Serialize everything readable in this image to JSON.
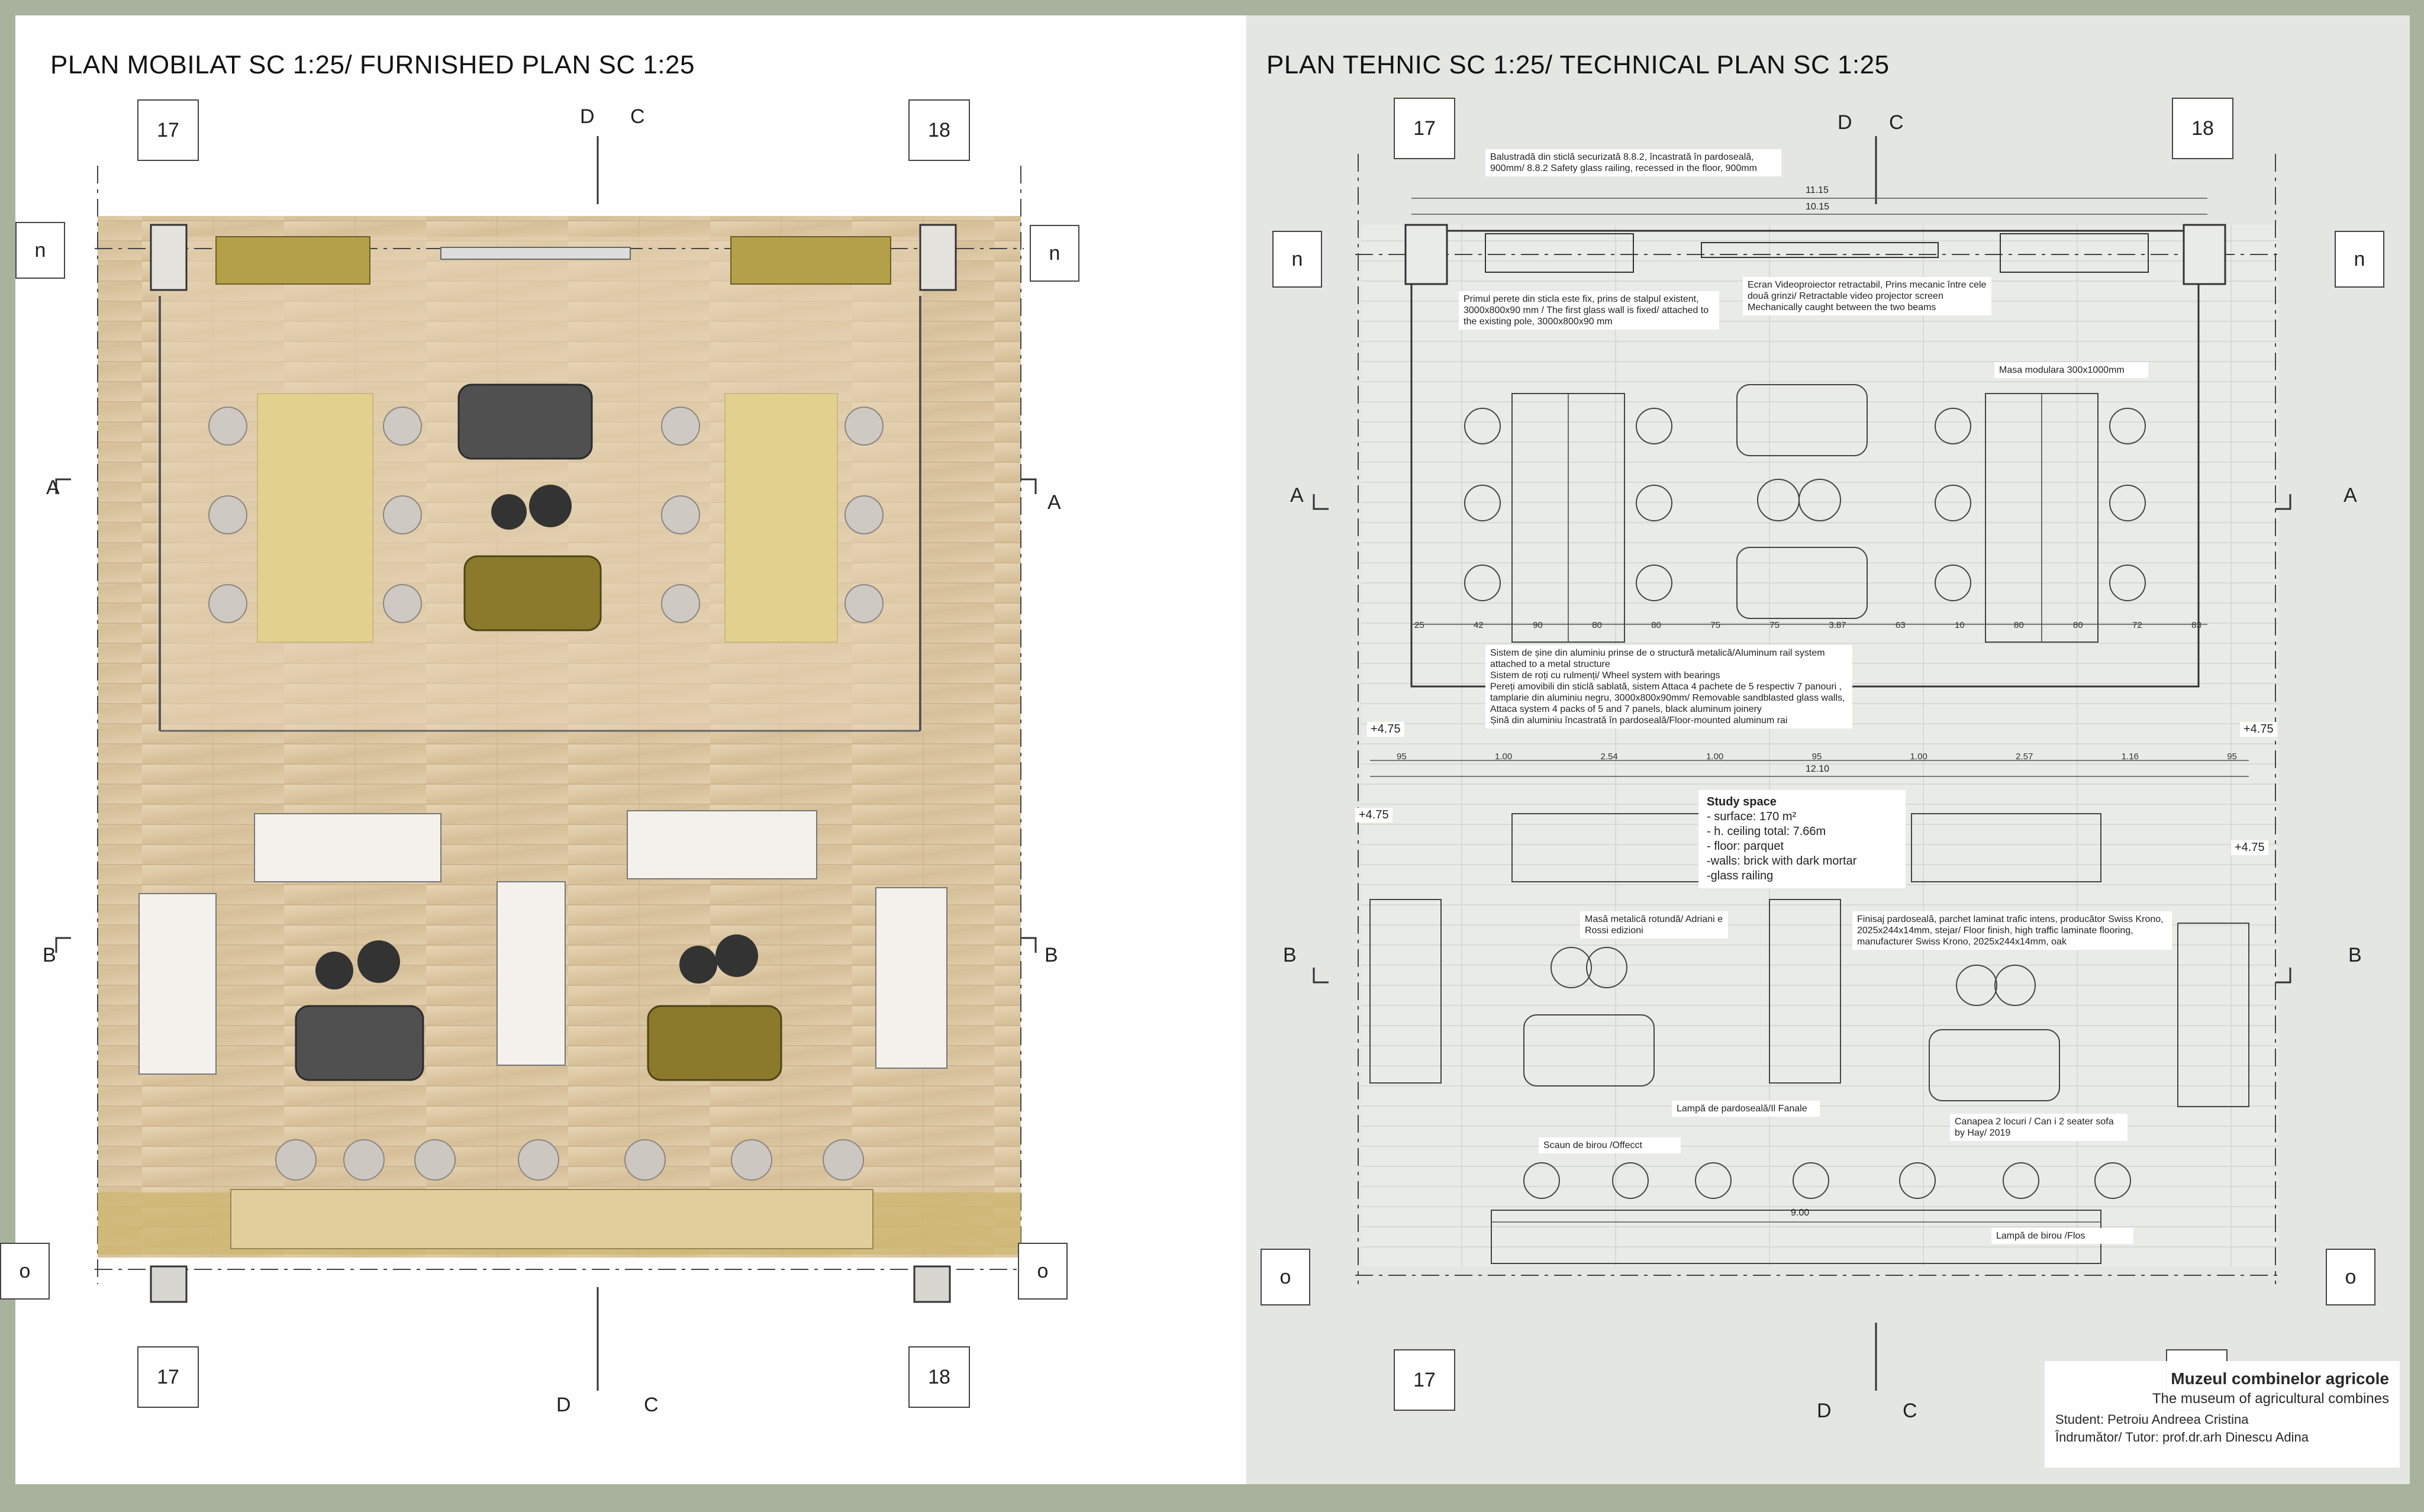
{
  "left_sheet": {
    "title": "PLAN MOBILAT SC 1:25/ FURNISHED PLAN  SC 1:25",
    "grid": {
      "col_left": "17",
      "col_right": "18",
      "row_top": "n",
      "row_bottom": "o"
    },
    "sections": {
      "a": "A",
      "b": "B",
      "c": "C",
      "d": "D"
    }
  },
  "right_sheet": {
    "title": "PLAN TEHNIC SC 1:25/ TECHNICAL PLAN  SC 1:25",
    "grid": {
      "col_left": "17",
      "col_right": "18",
      "row_top": "n",
      "row_bottom": "o"
    },
    "sections": {
      "a": "A",
      "b": "B",
      "c": "C",
      "d": "D"
    },
    "notes": {
      "railing": "Balustradă din sticlă securizată 8.8.2, încastrată în pardoseală, 900mm/ 8.8.2 Safety glass railing, recessed in the floor, 900mm",
      "screen": "Ecran Videoproiector retractabil, Prins mecanic între cele două grinzi/ Retractable video projector screen Mechanically caught between the two beams",
      "glass_wall": "Primul perete din sticla este fix, prins de stalpul existent, 3000x800x90 mm / The first glass wall is fixed/ attached to the existing pole, 3000x800x90 mm",
      "table": "Masa modulara 300x1000mm",
      "aluminum": [
        "Sistem de șine din aluminiu prinse de o structură metalică/Aluminum rail system attached to a metal structure",
        "Sistem de roți cu rulmenți/ Wheel system with bearings",
        "Pereți amovibili din sticlă sablată, sistem Attaca 4 pachete de 5 respectiv 7 panouri , tamplarie din aluminiu negru, 3000x800x90mm/ Removable sandblasted glass walls, Attaca system 4 packs of 5 and 7 panels, black aluminum joinery",
        "Șină din aluminiu încastrată în pardoseală/Floor-mounted aluminum rai"
      ],
      "round_table": "Masă metalică rotundă/ Adriani e Rossi edizioni",
      "flooring": "Finisaj pardoseală, parchet laminat trafic intens, producător Swiss Krono, 2025x244x14mm, stejar/ Floor finish, high traffic laminate flooring, manufacturer Swiss Krono, 2025x244x14mm, oak",
      "floor_lamp": "Lampă de pardoseală/Il Fanale",
      "sofa": "Canapea 2 locuri / Can i 2 seater sofa by Hay/ 2019",
      "chair": "Scaun de birou /Offecct",
      "desk_lamp": "Lampă de birou /Flos"
    },
    "study_space": {
      "title": "Study space",
      "lines": [
        "- surface: 170 m²",
        "- h. ceiling total: 7.66m",
        "- floor: parquet",
        "-walls: brick with dark mortar",
        "-glass railing"
      ]
    },
    "elevations": [
      "+4.75",
      "+4.75",
      "+4.75",
      "+4.75"
    ],
    "dims": {
      "top_total": "11.15",
      "top_inner": "10.15",
      "mid_total": "12.10",
      "bottom_total": "9.00",
      "row1": [
        "25",
        "42",
        "90",
        "80",
        "80",
        "75",
        "75",
        "3.87",
        "63",
        "10",
        "80",
        "80",
        "72",
        "83"
      ],
      "row2": [
        "95",
        "1.00",
        "2.54",
        "1.00",
        "95",
        "1.00",
        "2.57",
        "1.16",
        "95"
      ]
    }
  },
  "cartouche": {
    "title": "Muzeul combinelor agricole",
    "subtitle": "The museum of agricultural combines",
    "student": "Student: Petroiu Andreea Cristina",
    "tutor": "Îndrumător/ Tutor: prof.dr.arh Dinescu Adina"
  },
  "colors": {
    "border": "#a9b29c",
    "floor": "#d8c3a0",
    "sofa_gray": "#4a4a4a",
    "sofa_olive": "#8c7a2c",
    "tech_bg": "#e4e6e1"
  }
}
